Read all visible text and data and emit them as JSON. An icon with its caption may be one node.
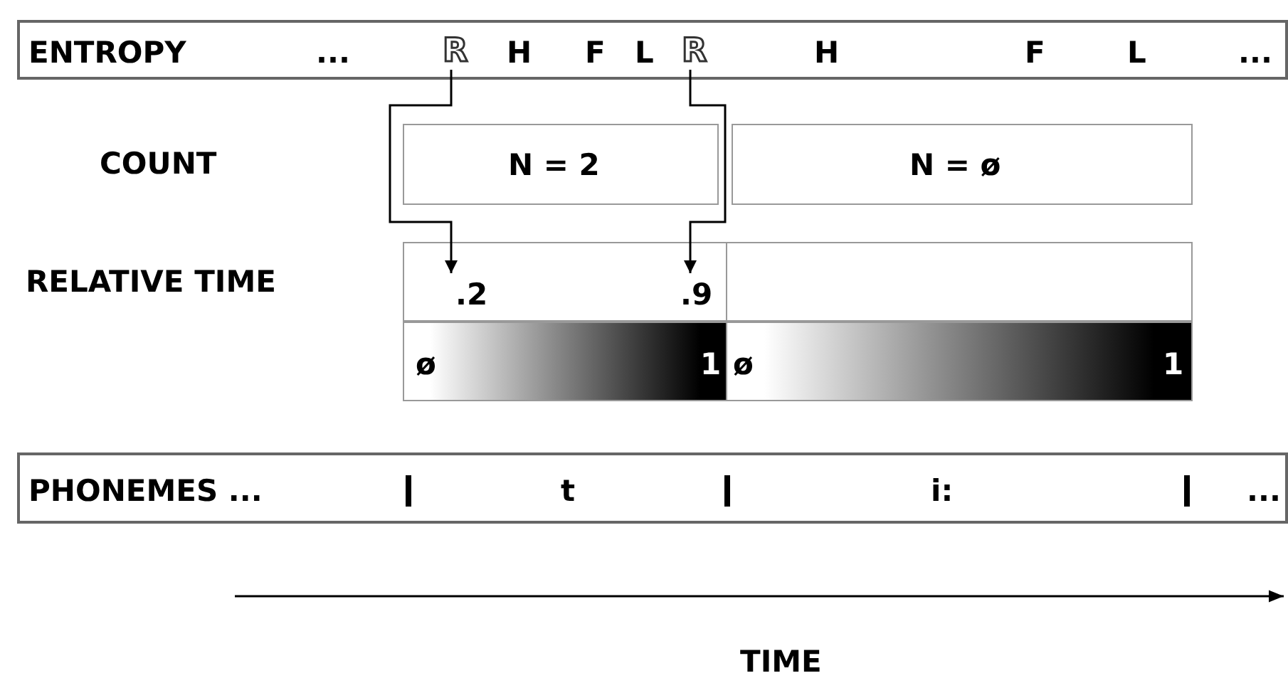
{
  "diagram": {
    "nodes": [
      {
        "text": [
          "ENTROPY",
          "...",
          "H",
          "F",
          "L",
          "H",
          "F",
          "L",
          "..."
        ]
      },
      {
        "text": [
          "R"
        ],
        "in": 0
      },
      {
        "text": [
          "R"
        ],
        "in": 0
      },
      {
        "text": [
          "N = 2"
        ]
      },
      {
        "text": [
          "N = ø"
        ]
      },
      {
        "text": [],
        "shape": "box"
      },
      {
        "text": [
          ".2"
        ],
        "in": 5
      },
      {
        "text": [
          ".9"
        ],
        "in": 5
      },
      {
        "text": [],
        "shape": "box"
      },
      {
        "text": [
          "ø",
          "1"
        ]
      },
      {
        "text": [
          "ø",
          "1"
        ]
      },
      {
        "text": [
          "PHONEMES ...",
          "t",
          "i:",
          "..."
        ]
      }
    ],
    "edges": [
      {
        "from": 1,
        "to": 6,
        "arrow": "to"
      },
      {
        "from": 2,
        "to": 7,
        "arrow": "to"
      }
    ],
    "labels": [
      "COUNT",
      "RELATIVE TIME",
      "TIME"
    ]
  }
}
